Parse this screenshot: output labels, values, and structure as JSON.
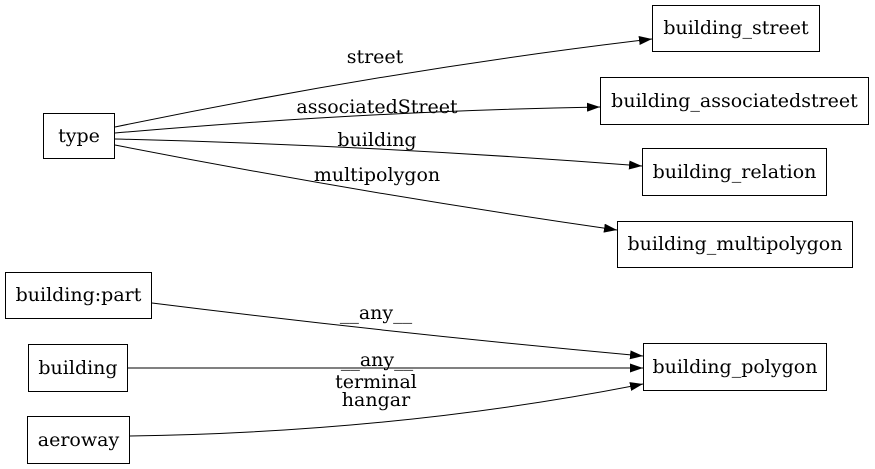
{
  "diagram": {
    "kind": "directed-graph",
    "background_color": "#ffffff",
    "line_color": "#000000",
    "text_color": "#000000",
    "nodes": {
      "type": {
        "label": "type"
      },
      "building_street": {
        "label": "building_street"
      },
      "building_associatedstreet": {
        "label": "building_associatedstreet"
      },
      "building_relation": {
        "label": "building_relation"
      },
      "building_multipolygon": {
        "label": "building_multipolygon"
      },
      "building_part": {
        "label": "building:part"
      },
      "building": {
        "label": "building"
      },
      "aeroway": {
        "label": "aeroway"
      },
      "building_polygon": {
        "label": "building_polygon"
      }
    },
    "edges": [
      {
        "from": "type",
        "to": "building_street",
        "label": "street"
      },
      {
        "from": "type",
        "to": "building_associatedstreet",
        "label": "associatedStreet"
      },
      {
        "from": "type",
        "to": "building_relation",
        "label": "building"
      },
      {
        "from": "type",
        "to": "building_multipolygon",
        "label": "multipolygon"
      },
      {
        "from": "building:part",
        "to": "building_polygon",
        "label": "__any__"
      },
      {
        "from": "building",
        "to": "building_polygon",
        "label": "__any__"
      },
      {
        "from": "aeroway",
        "to": "building_polygon",
        "label": "terminal\nhangar"
      }
    ]
  }
}
